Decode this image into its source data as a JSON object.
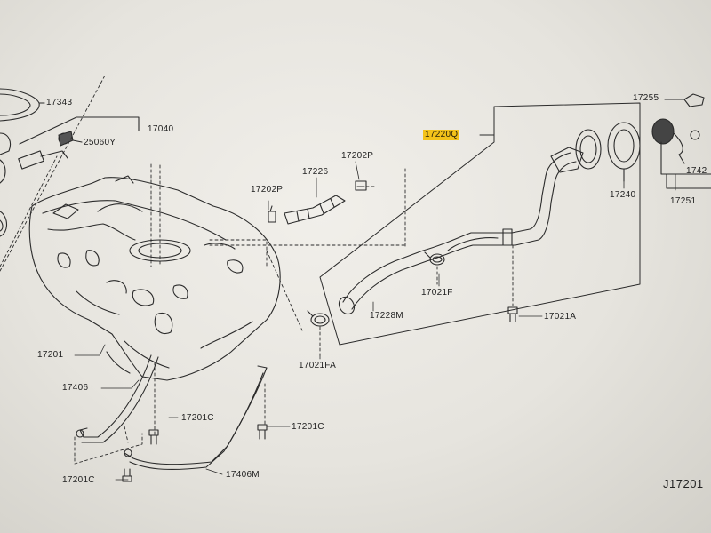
{
  "diagram": {
    "highlight_color": "#f3c21a",
    "labels": {
      "p17343": "17343",
      "p17040": "17040",
      "p25060Y": "25060Y",
      "p17202P_a": "17202P",
      "p17202P_b": "17202P",
      "p17226": "17226",
      "p17220Q": "17220Q",
      "p17255": "17255",
      "p17240": "17240",
      "p1742x": "1742",
      "p17251": "17251",
      "p17201": "17201",
      "p17406": "17406",
      "p17228M": "17228M",
      "p17021F": "17021F",
      "p17021A": "17021A",
      "p17021FA": "17021FA",
      "p17201C_a": "17201C",
      "p17201C_b": "17201C",
      "p17201C_c": "17201C",
      "p17406M": "17406M"
    },
    "page_code": "J17201"
  }
}
